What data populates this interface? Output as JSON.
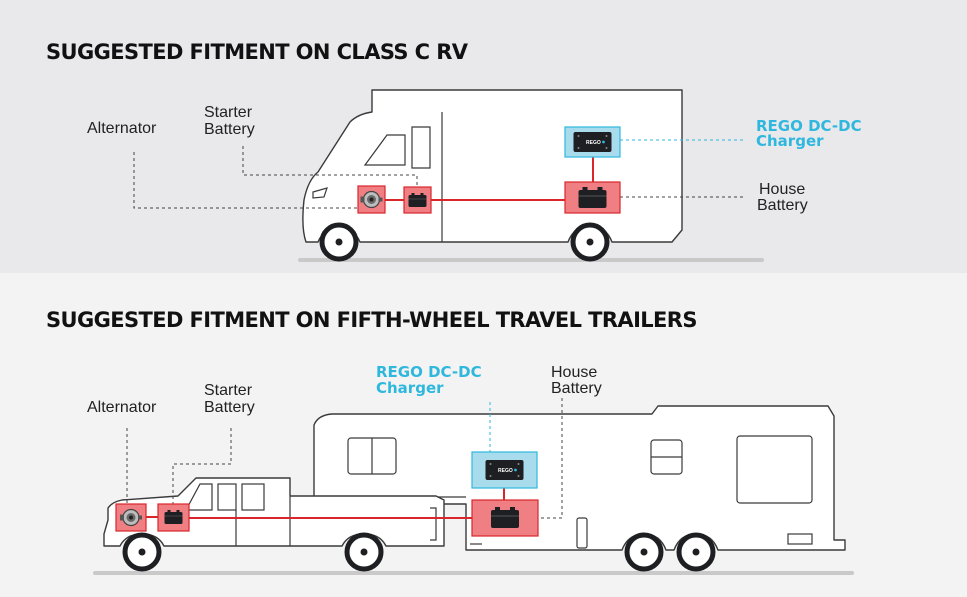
{
  "class_c": {
    "title": "SUGGESTED FITMENT ON CLASS C RV",
    "alternator_label": "Alternator",
    "starter_label_line1": "Starter",
    "starter_label_line2": "Battery",
    "charger_label_line1": "REGO DC-DC",
    "charger_label_line2": "Charger",
    "house_label_line1": "House",
    "house_label_line2": "Battery"
  },
  "fifth_wheel": {
    "title": "SUGGESTED FITMENT ON FIFTH-WHEEL TRAVEL TRAILERS",
    "alternator_label": "Alternator",
    "starter_label_line1": "Starter",
    "starter_label_line2": "Battery",
    "charger_label_line1": "REGO DC-DC",
    "charger_label_line2": "Charger",
    "house_label_line1": "House",
    "house_label_line2": "Battery"
  },
  "device_text": "REGO",
  "colors": {
    "wire": "#d8262b",
    "component_highlight": "#ef7f83",
    "charger_highlight": "#a8dced",
    "accent_blue": "#2fb7de"
  },
  "icons": {
    "alternator": "alternator-icon",
    "battery": "battery-icon",
    "charger": "dc-dc-charger-icon"
  }
}
